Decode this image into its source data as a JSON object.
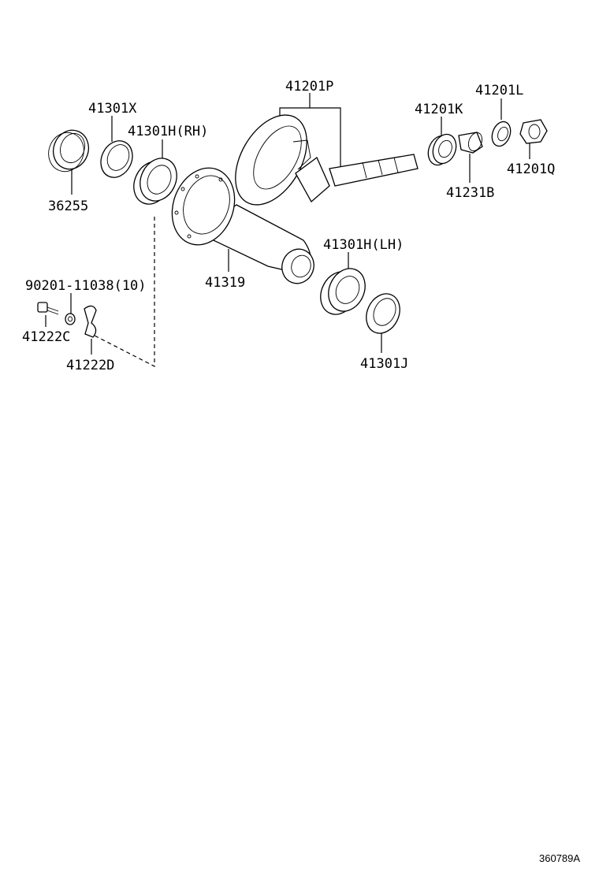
{
  "parts": {
    "p41201P": "41201P",
    "p41201L": "41201L",
    "p41201K": "41201K",
    "p41301X": "41301X",
    "p41301H_RH": "41301H(RH)",
    "p36255": "36255",
    "p41201Q": "41201Q",
    "p41231B": "41231B",
    "p41301H_LH": "41301H(LH)",
    "p90201": "90201-11038(10)",
    "p41319": "41319",
    "p41222C": "41222C",
    "p41222D": "41222D",
    "p41301J": "41301J"
  },
  "reference_code": "360789A"
}
